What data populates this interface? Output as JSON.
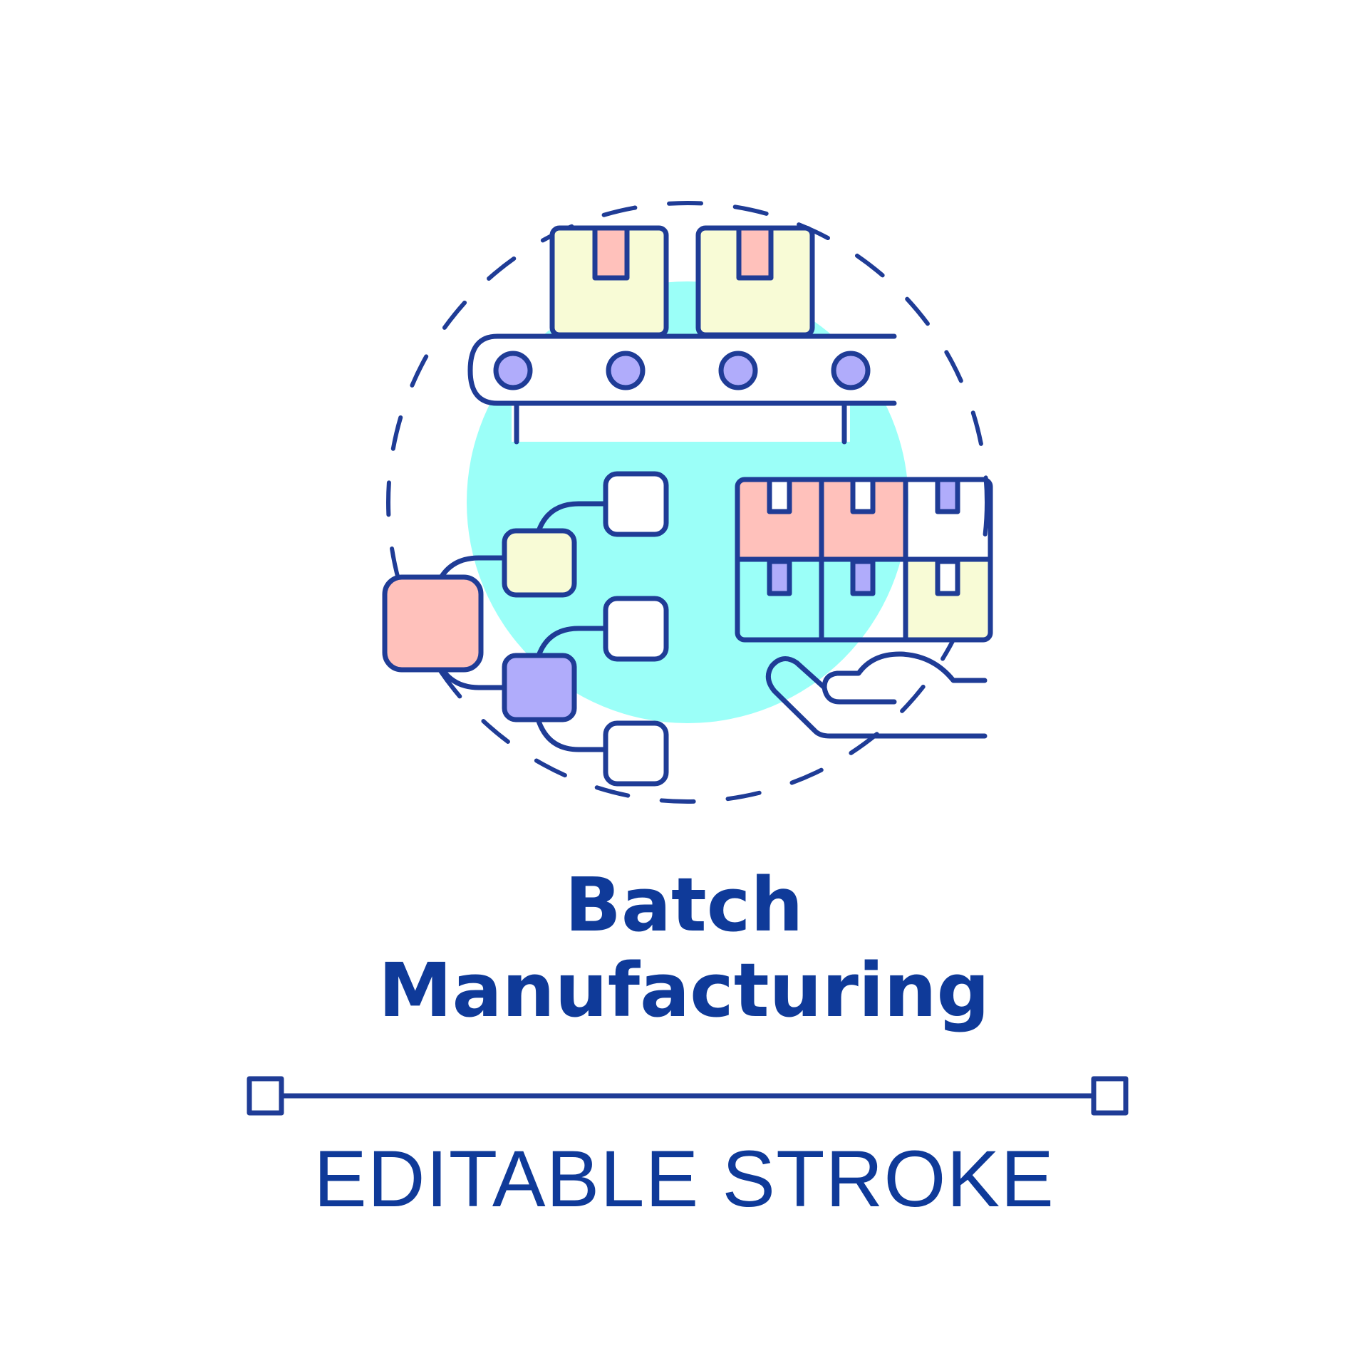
{
  "title": {
    "line1": "Batch",
    "line2": "Manufacturing"
  },
  "footer": {
    "label": "EDITABLE STROKE"
  },
  "colors": {
    "stroke": "#1f3c96",
    "text": "#0f3a99",
    "circle_fill": "#9bfff8",
    "box_yellow": "#f8fbd6",
    "box_pink": "#ffc1bb",
    "accent_purple": "#b0acfb",
    "background": "#ffffff"
  },
  "icons": {
    "conveyor": "conveyor-belt-icon",
    "boxes": "cardboard-box-icon",
    "tree": "process-tree-icon",
    "crate": "box-crate-icon",
    "hand": "hand-icon"
  }
}
